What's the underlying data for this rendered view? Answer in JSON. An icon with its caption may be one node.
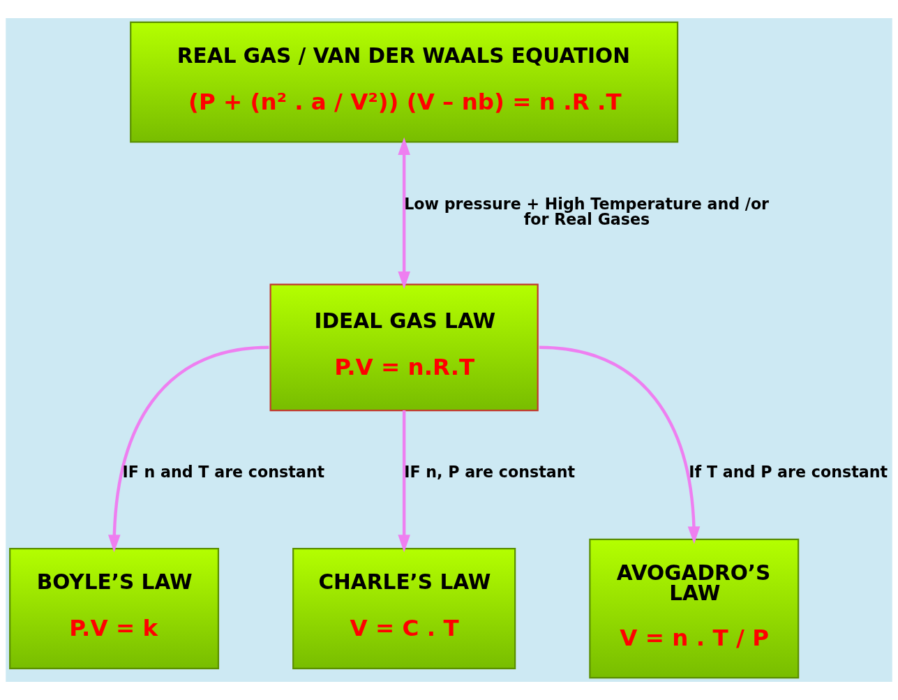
{
  "diagram": {
    "nodes": [
      {
        "text": [
          "REAL GAS / VAN DER WAALS EQUATION",
          "(P + (n² . a / V²)) (V – nb) = n .R .T"
        ]
      },
      {
        "text": [
          "IDEAL GAS LAW",
          "P.V = n.R.T"
        ]
      },
      {
        "text": [
          "BOYLE’S LAW",
          "P.V = k"
        ]
      },
      {
        "text": [
          "CHARLE’S LAW",
          "V = C . T"
        ]
      },
      {
        "text": [
          "AVOGADRO’S LAW",
          "V = n . T / P"
        ]
      }
    ],
    "edges": [
      {
        "from": 0,
        "to": 1,
        "arrow": "both",
        "label": "Low pressure + High Temperature and /or for Real Gases"
      },
      {
        "from": 1,
        "to": 2,
        "arrow": "to",
        "label": "IF n and T are constant"
      },
      {
        "from": 1,
        "to": 3,
        "arrow": "to",
        "label": "IF n, P are constant"
      },
      {
        "from": 1,
        "to": 4,
        "arrow": "to",
        "label": "If T and P are constant"
      }
    ]
  }
}
